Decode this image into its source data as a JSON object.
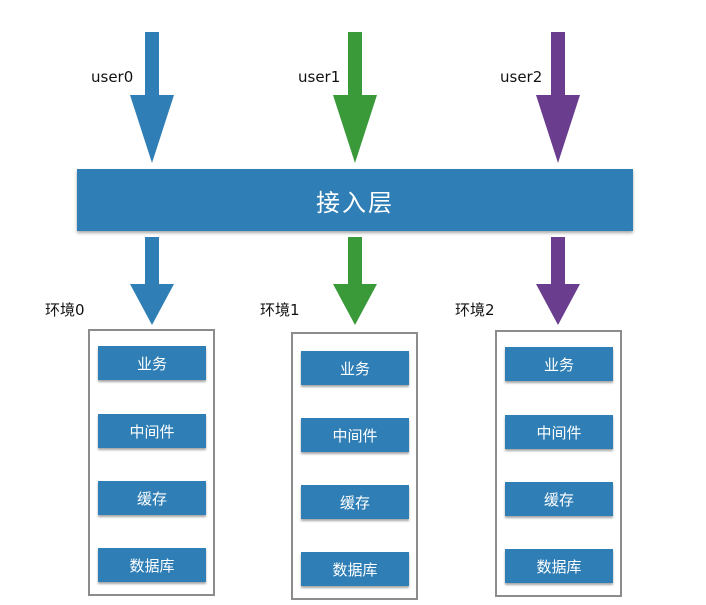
{
  "diagram": {
    "users": [
      {
        "label": "user0",
        "color": "#2f7fb6"
      },
      {
        "label": "user1",
        "color": "#3a9a3a"
      },
      {
        "label": "user2",
        "color": "#6a3d8e"
      }
    ],
    "access_layer": {
      "label": "接入层",
      "color": "#2f7fb6"
    },
    "environments": [
      {
        "label": "环境0",
        "arrow_color": "#2f7fb6",
        "components": [
          "业务",
          "中间件",
          "缓存",
          "数据库"
        ]
      },
      {
        "label": "环境1",
        "arrow_color": "#3a9a3a",
        "components": [
          "业务",
          "中间件",
          "缓存",
          "数据库"
        ]
      },
      {
        "label": "环境2",
        "arrow_color": "#6a3d8e",
        "components": [
          "业务",
          "中间件",
          "缓存",
          "数据库"
        ]
      }
    ]
  }
}
